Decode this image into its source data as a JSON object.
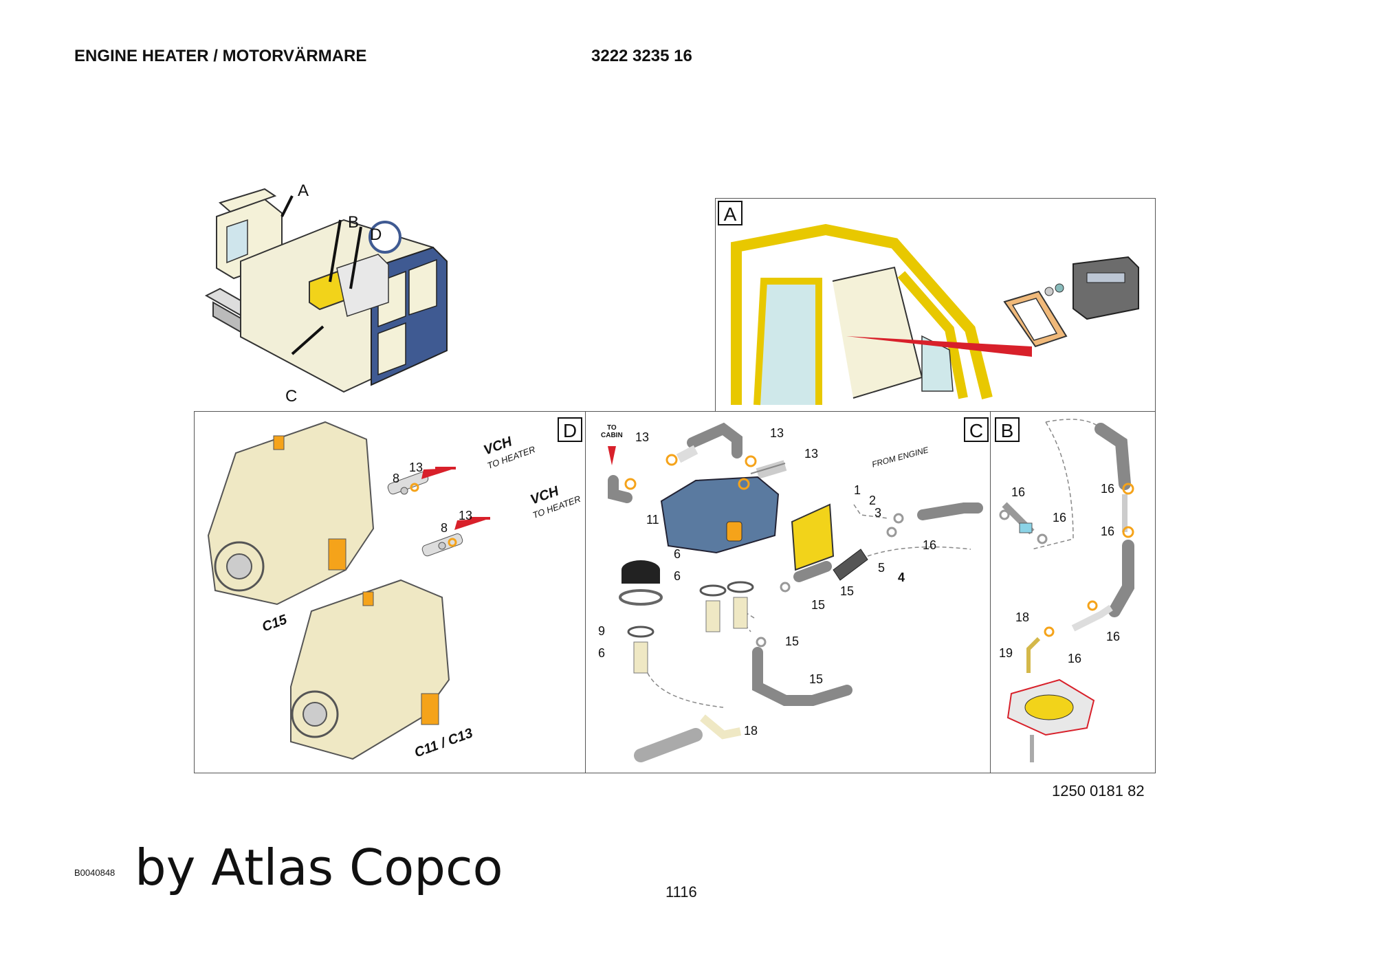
{
  "header": {
    "title": "ENGINE HEATER / MOTORVÄRMARE",
    "part_number": "3222 3235 16"
  },
  "overview": {
    "labels": {
      "a": "A",
      "b": "B",
      "c": "C",
      "d": "D"
    }
  },
  "panels": {
    "a": {
      "tag": "A"
    },
    "d": {
      "tag": "D",
      "callouts": [
        "8",
        "13",
        "8",
        "13"
      ],
      "vch_1": "VCH",
      "to_heater_1": "TO HEATER",
      "vch_2": "VCH",
      "to_heater_2": "TO HEATER",
      "engine_1": "C15",
      "engine_2": "C11 / C13"
    },
    "c": {
      "tag": "C",
      "to_cabin_1": "TO",
      "to_cabin_2": "CABIN",
      "from_engine": "FROM ENGINE",
      "callouts": [
        "13",
        "13",
        "13",
        "1",
        "2",
        "3",
        "11",
        "16",
        "6",
        "6",
        "5",
        "4",
        "15",
        "15",
        "9",
        "6",
        "15",
        "15",
        "18"
      ]
    },
    "b": {
      "tag": "B",
      "callouts": [
        "16",
        "16",
        "16",
        "16",
        "18",
        "16",
        "19",
        "16"
      ]
    }
  },
  "footer": {
    "drawing_number": "1250 0181 82",
    "doc_code": "B0040848",
    "watermark": "by Atlas Copco",
    "page_number": "1116"
  },
  "colors": {
    "machine_yellow": "#f2d31a",
    "machine_blue": "#3f5a92",
    "engine_cream": "#efe8c4",
    "heater_blue": "#5a7aa0",
    "accent_orange": "#f5a31a",
    "arrow_red": "#d8202a"
  }
}
